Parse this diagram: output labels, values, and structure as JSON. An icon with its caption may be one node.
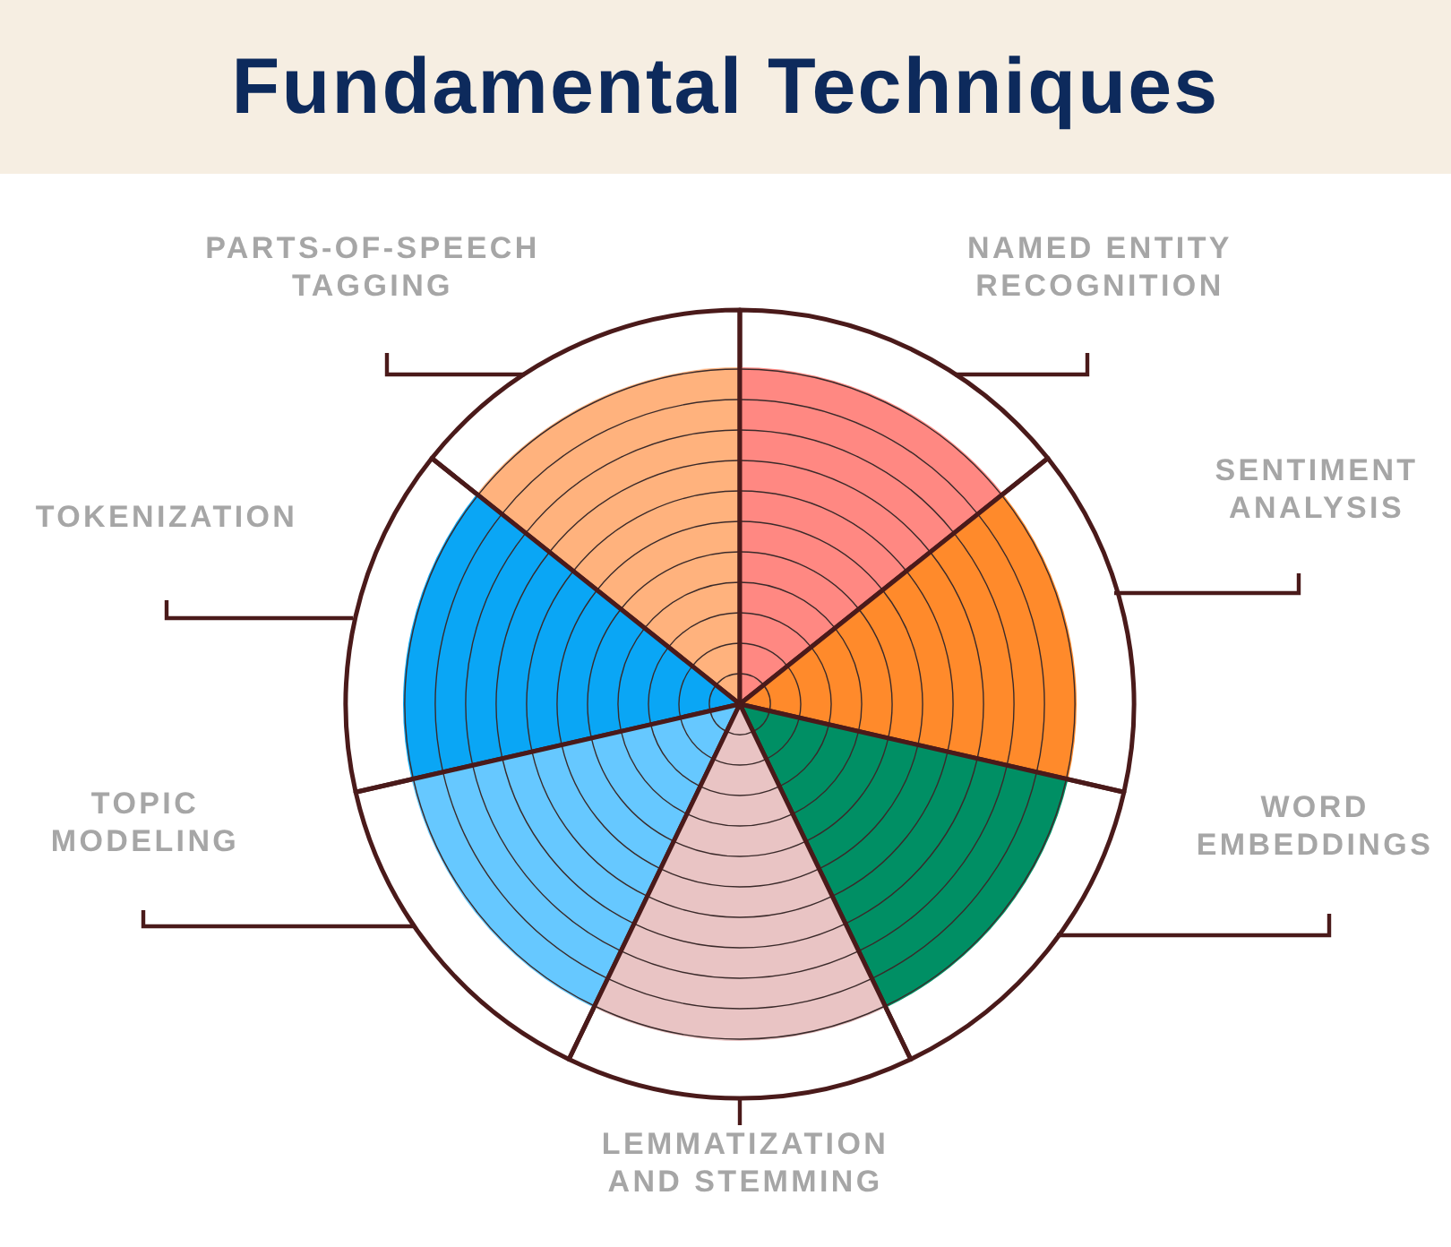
{
  "diagram": {
    "title": "Fundamental Techniques",
    "nodes": [
      {
        "text": [
          "PARTS-OF-SPEECH TAGGING"
        ]
      },
      {
        "text": [
          "NAMED ENTITY RECOGNITION"
        ]
      },
      {
        "text": [
          "SENTIMENT ANALYSIS"
        ]
      },
      {
        "text": [
          "TOKENIZATION"
        ]
      },
      {
        "text": [
          "TOPIC MODELING"
        ]
      },
      {
        "text": [
          "WORD EMBEDDINGS"
        ]
      },
      {
        "text": [
          "LEMMATIZATION AND STEMMING"
        ]
      },
      {
        "text": [],
        "shape": "sector"
      },
      {
        "text": [],
        "shape": "sector"
      },
      {
        "text": [],
        "shape": "sector"
      },
      {
        "text": [],
        "shape": "sector"
      },
      {
        "text": [],
        "shape": "sector"
      },
      {
        "text": [],
        "shape": "sector"
      },
      {
        "text": [],
        "shape": "sector"
      }
    ],
    "edges": [
      {
        "from": 0,
        "to": 7,
        "arrow": "none"
      },
      {
        "from": 1,
        "to": 8,
        "arrow": "none"
      },
      {
        "from": 2,
        "to": 9,
        "arrow": "none"
      },
      {
        "from": 3,
        "to": 10,
        "arrow": "none"
      },
      {
        "from": 4,
        "to": 11,
        "arrow": "none"
      },
      {
        "from": 5,
        "to": 12,
        "arrow": "none"
      },
      {
        "from": 6,
        "to": 13,
        "arrow": "none"
      }
    ]
  }
}
